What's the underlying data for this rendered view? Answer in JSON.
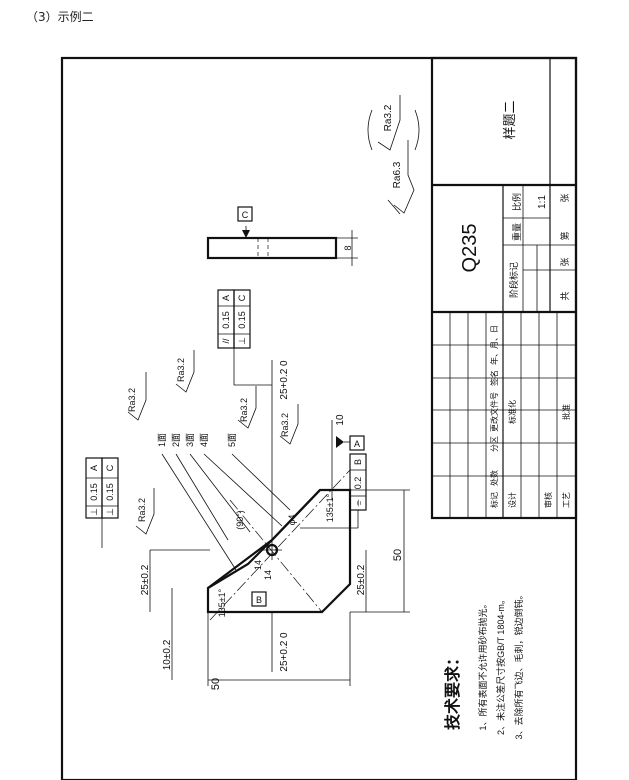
{
  "caption": "（3）示例二",
  "title_block": {
    "material": "Q235",
    "drawing_name": "样题二",
    "scale_label": "比例",
    "scale_value": "1:1",
    "weight_label": "重量",
    "stage_label": "阶段标记",
    "total_label": "共",
    "sheet_label": "张",
    "sheet_of_label": "第",
    "sheet_label_2": "张",
    "rev_headers": [
      "标记",
      "处数",
      "分区",
      "更改文件号",
      "签名",
      "年、月、日"
    ],
    "row_labels": [
      "设计",
      "标准化",
      "审核",
      "工艺",
      "批准"
    ]
  },
  "tech_req": {
    "title": "技术要求：",
    "items": [
      "1、所有表面不允许用砂布抛光。",
      "2、未注公差尺寸按GB/T 1804-m。",
      "3、去除所有飞边、毛刺，锐边倒钝。"
    ]
  },
  "roughness": {
    "general": "Ra6.3",
    "bracket": "Ra3.2",
    "face_labels": [
      "Ra3.2",
      "Ra3.2",
      "Ra3.2",
      "Ra3.2",
      "Ra3.2"
    ]
  },
  "faces": [
    "1面",
    "2面",
    "3面",
    "4面",
    "5面"
  ],
  "tolerance_frames": {
    "top_left": [
      [
        "⊥",
        "0.15",
        "A"
      ],
      [
        "⊥",
        "0.15",
        "C"
      ]
    ],
    "top_right": [
      [
        "//",
        "0.15",
        "A"
      ],
      [
        "⊥",
        "0.15",
        "C"
      ]
    ],
    "sym": [
      "⌯",
      "0.2",
      "B"
    ]
  },
  "datums": [
    "A",
    "B",
    "C"
  ],
  "dimensions": {
    "d_50_vert": "50",
    "d_50_horz": "50",
    "d_25_left": "25±0.2",
    "d_25_right": "25±0.2",
    "d_10": "10±0.2",
    "d_25_top": "25+0.2 0",
    "d_25_bottom": "25+0.2 0",
    "d_135_a": "135±1°",
    "d_135_b": "135±1°",
    "d_90": "(90°)",
    "d_phi4": "φ4",
    "d_14": "14",
    "d_14b": "14",
    "d_10_top": "10",
    "d_8": "8"
  }
}
